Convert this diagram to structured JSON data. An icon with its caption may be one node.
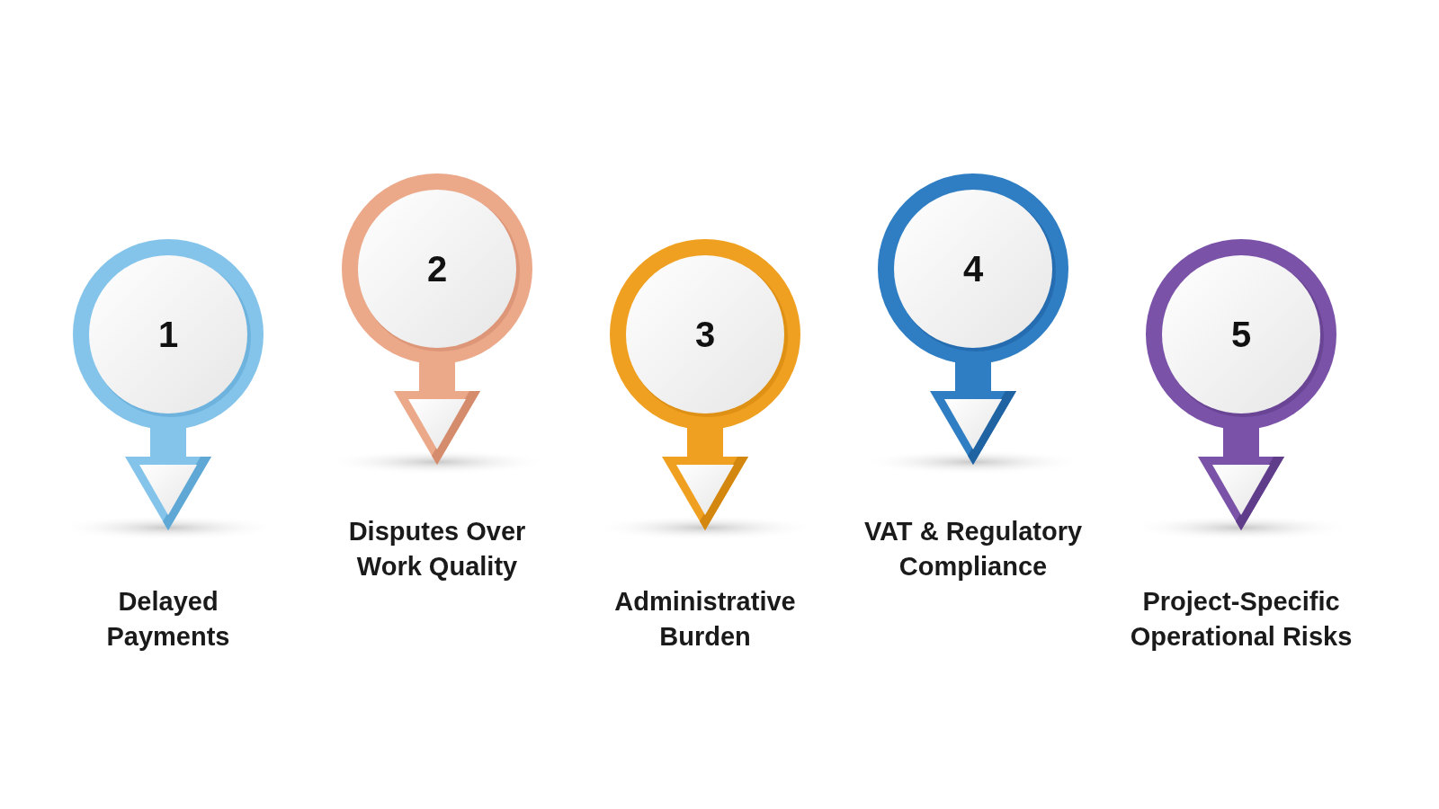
{
  "diagram": {
    "nodes": [
      {
        "text": [
          "1"
        ],
        "beside": [
          "Delayed Payments"
        ]
      },
      {
        "text": [
          "2"
        ],
        "beside": [
          "Disputes Over Work Quality"
        ]
      },
      {
        "text": [
          "3"
        ],
        "beside": [
          "Administrative Burden"
        ]
      },
      {
        "text": [
          "4"
        ],
        "beside": [
          "VAT & Regulatory Compliance"
        ]
      },
      {
        "text": [
          "5"
        ],
        "beside": [
          "Project-Specific Operational Risks"
        ]
      }
    ]
  }
}
